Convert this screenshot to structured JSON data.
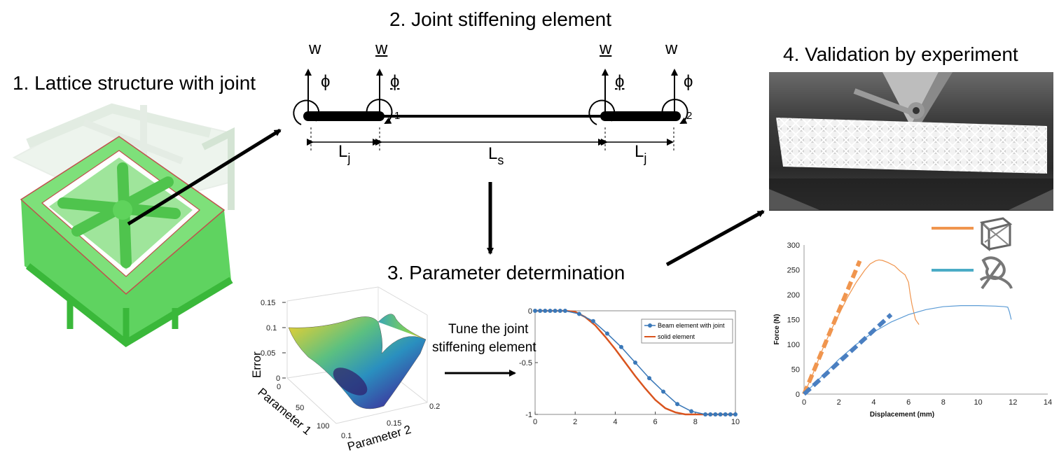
{
  "titles": {
    "step1": "1. Lattice structure with joint",
    "step2": "2. Joint stiffening element",
    "step3": "3. Parameter determination",
    "step4": "4. Validation by experiment"
  },
  "beam": {
    "w_label": "w",
    "w_under_label": "w",
    "phi_label": "ϕ",
    "node1": "1",
    "node2": "2",
    "lj_main": "L",
    "lj_sub": "j",
    "ls_main": "L",
    "ls_sub": "s"
  },
  "surface_plot": {
    "zlabel": "Error",
    "xlabel": "Parameter 1",
    "ylabel": "Parameter 2",
    "z_ticks": [
      "0.15",
      "0.1",
      "0.05",
      "0"
    ],
    "x_ticks": [
      "0",
      "50",
      "100"
    ],
    "y_ticks": [
      "0.1",
      "0.15",
      "0.2"
    ]
  },
  "tune_text": [
    "Tune the joint",
    "stiffening element"
  ],
  "chart_data": [
    {
      "type": "line",
      "x_ticks": [
        "0",
        "2",
        "4",
        "6",
        "8",
        "10"
      ],
      "y_ticks": [
        "0",
        "-0.5",
        "-1"
      ],
      "xlim": [
        0,
        10
      ],
      "ylim": [
        -1,
        0
      ],
      "legend_position": "top-right",
      "series": [
        {
          "name": "Beam element with joint",
          "color": "#3a78b8",
          "marker": "circle",
          "x": [
            0,
            0.25,
            0.5,
            0.75,
            1,
            1.25,
            1.5,
            2.2,
            2.9,
            3.6,
            4.3,
            5,
            5.7,
            6.4,
            7.1,
            7.8,
            8.5,
            8.75,
            9,
            9.25,
            9.5,
            9.75,
            10
          ],
          "y": [
            0,
            0,
            0,
            0,
            0,
            0,
            0,
            -0.03,
            -0.1,
            -0.22,
            -0.35,
            -0.5,
            -0.65,
            -0.78,
            -0.9,
            -0.97,
            -1,
            -1,
            -1,
            -1,
            -1,
            -1,
            -1
          ]
        },
        {
          "name": "solid element",
          "color": "#d9541e",
          "marker": "none",
          "x": [
            0,
            1.5,
            2,
            2.5,
            3,
            3.5,
            4,
            4.5,
            5,
            5.5,
            6,
            6.5,
            7,
            7.5,
            8,
            8.5,
            10
          ],
          "y": [
            0,
            0,
            -0.01,
            -0.06,
            -0.14,
            -0.25,
            -0.37,
            -0.5,
            -0.63,
            -0.75,
            -0.86,
            -0.94,
            -0.98,
            -1,
            -1,
            -1,
            -1
          ]
        }
      ]
    },
    {
      "type": "line",
      "xlabel": "Displacement (mm)",
      "ylabel": "Force (N)",
      "x_ticks": [
        "0",
        "2",
        "4",
        "6",
        "8",
        "10",
        "12",
        "14"
      ],
      "y_ticks": [
        "0",
        "50",
        "100",
        "150",
        "200",
        "250",
        "300"
      ],
      "xlim": [
        0,
        14
      ],
      "ylim": [
        0,
        300
      ],
      "legend_position": "top-right",
      "series": [
        {
          "color": "#f0954e",
          "style": "solid",
          "x": [
            0,
            0.5,
            1,
            1.5,
            2,
            2.5,
            3,
            3.5,
            3.8,
            4.1,
            4.3,
            4.5,
            4.8,
            5.2,
            5.5,
            5.8,
            6,
            6.1,
            6.2,
            6.3,
            6.4,
            6.5,
            6.6
          ],
          "y": [
            0,
            40,
            85,
            125,
            160,
            195,
            225,
            250,
            262,
            268,
            270,
            269,
            265,
            258,
            248,
            240,
            225,
            200,
            180,
            165,
            150,
            145,
            140
          ]
        },
        {
          "color": "#f0954e",
          "style": "dashed",
          "x": [
            0,
            3.2
          ],
          "y": [
            0,
            268
          ]
        },
        {
          "color": "#5b9bd5",
          "style": "solid",
          "x": [
            0,
            1,
            2,
            3,
            4,
            5,
            6,
            7,
            8,
            9,
            10,
            11,
            11.5,
            11.7,
            11.8,
            11.9
          ],
          "y": [
            0,
            35,
            70,
            100,
            125,
            145,
            160,
            170,
            176,
            178,
            178,
            177,
            176,
            175,
            165,
            150
          ]
        },
        {
          "color": "#4a7fc1",
          "style": "dashed",
          "x": [
            0,
            5.0
          ],
          "y": [
            0,
            160
          ]
        }
      ]
    }
  ]
}
